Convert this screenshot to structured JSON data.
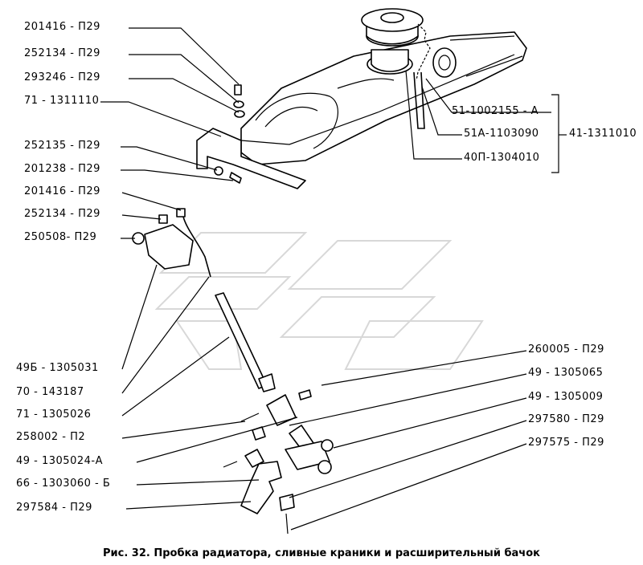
{
  "labels": {
    "l01": "201416 - П29",
    "l02": "252134 - П29",
    "l03": "293246 - П29",
    "l04": "71 - 1311110",
    "l05": "252135 - П29",
    "l06": "201238 - П29",
    "l07": "201416 - П29",
    "l08": "252134 - П29",
    "l09": "250508- П29",
    "l10": "49Б - 1305031",
    "l11": "70 - 143187",
    "l12": "71 - 1305026",
    "l13": "258002 - П2",
    "l14": "49 - 1305024-А",
    "l15": "66 - 1303060 - Б",
    "l16": "297584 - П29",
    "r01": "51-1002155 - А",
    "r02": "51А-1103090",
    "r03": "40П-1304010",
    "r04": "41-1311010",
    "r05": "260005 - П29",
    "r06": "49 - 1305065",
    "r07": "49 - 1305009",
    "r08": "297580 - П29",
    "r09": "297575 - П29"
  },
  "caption": "Рис. 32. Пробка радиатора, сливные краники и расширительный бачок"
}
